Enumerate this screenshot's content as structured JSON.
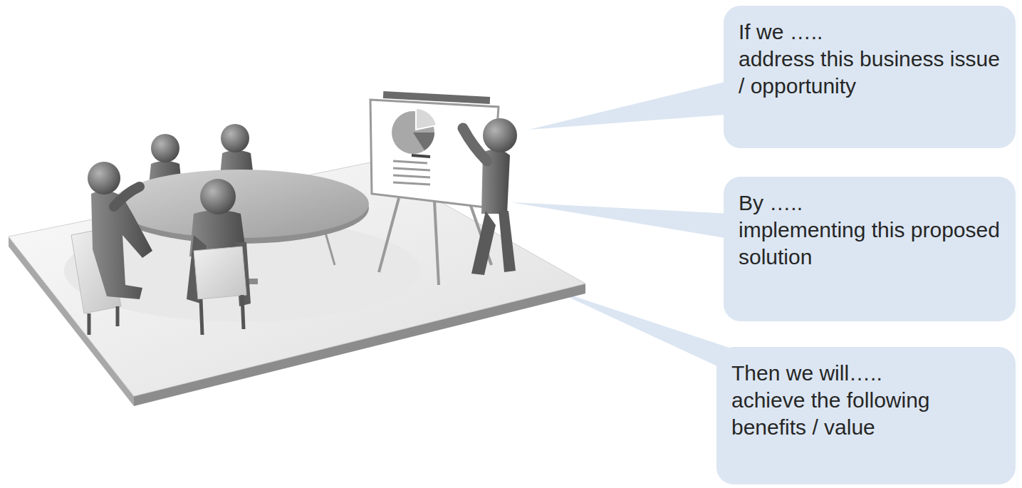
{
  "diagram": {
    "nodes": [
      {
        "text": [
          "If we …..",
          "address this business issue / opportunity"
        ]
      },
      {
        "text": [
          "By …..",
          "implementing this proposed solution"
        ]
      },
      {
        "text": [
          "Then we will…..",
          "achieve the following benefits / value"
        ]
      }
    ]
  }
}
